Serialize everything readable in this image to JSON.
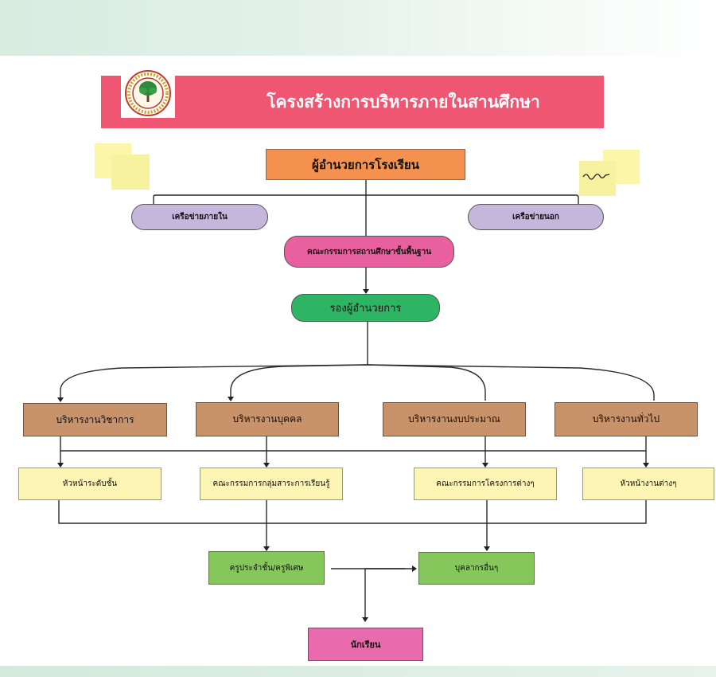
{
  "title": "โครงสร้างการบริหารภายในสานศึกษา",
  "logo": {
    "icon": "school-emblem-icon"
  },
  "director": "ผู้อำนวยการโรงเรียน",
  "network_internal": "เครือข่ายภายใน",
  "network_external": "เครือข่ายนอก",
  "committee": "คณะกรรมการสถานศึกษาขั้นพื้นฐาน",
  "deputy": "รองผู้อำนวยการ",
  "departments": [
    "บริหารงานวิชาการ",
    "บริหารงานบุคคล",
    "บริหารงานงบประมาณ",
    "บริหารงานทั่วไป"
  ],
  "sub_units": [
    "หัวหน้าระดับชั้น",
    "คณะกรรมการกลุ่มสาระการเรียนรู้",
    "คณะกรรมการโครงการต่างๆ",
    "หัวหน้างานต่างๆ"
  ],
  "teachers": "ครูประจำชั้น/ครูพิเศษ",
  "other_staff": "บุคลากรอื่นๆ",
  "students": "นักเรียน",
  "colors": {
    "header": "#ef5672",
    "director": "#f4914e",
    "network": "#c5b6dc",
    "committee": "#e8619e",
    "deputy": "#2db563",
    "department": "#c8926a",
    "sub_unit": "#fdf5b3",
    "staff": "#85c75a",
    "students": "#e96aad",
    "sticky_note": "#fbf6a8"
  }
}
